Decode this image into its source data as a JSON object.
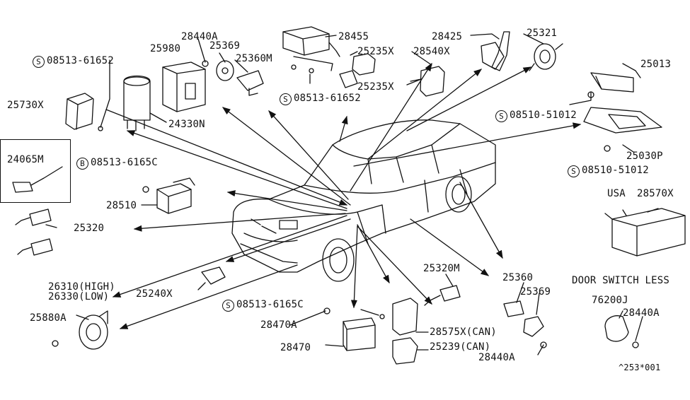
{
  "labels": [
    {
      "id": "p1",
      "text": "08513-61652",
      "prefix": "S"
    },
    {
      "id": "p2",
      "text": "25730X"
    },
    {
      "id": "p3",
      "text": "25980"
    },
    {
      "id": "p4",
      "text": "28440A"
    },
    {
      "id": "p5",
      "text": "25369"
    },
    {
      "id": "p6",
      "text": "25360M"
    },
    {
      "id": "p7",
      "text": "24330N"
    },
    {
      "id": "p8",
      "text": "28455"
    },
    {
      "id": "p9",
      "text": "25235X"
    },
    {
      "id": "p10",
      "text": "28540X"
    },
    {
      "id": "p11",
      "text": "25235X"
    },
    {
      "id": "p12",
      "text": "08513-61652",
      "prefix": "S"
    },
    {
      "id": "p13",
      "text": "28425"
    },
    {
      "id": "p14",
      "text": "25321"
    },
    {
      "id": "p15",
      "text": "25013"
    },
    {
      "id": "p16",
      "text": "08510-51012",
      "prefix": "S"
    },
    {
      "id": "p17",
      "text": "25030P"
    },
    {
      "id": "p18",
      "text": "08510-51012",
      "prefix": "S"
    },
    {
      "id": "p19",
      "text": "24065M"
    },
    {
      "id": "p20",
      "text": "08513-6165C",
      "prefix": "B"
    },
    {
      "id": "p21",
      "text": "28510"
    },
    {
      "id": "p22",
      "text": "25320"
    },
    {
      "id": "p23",
      "text": "USA"
    },
    {
      "id": "p24",
      "text": "28570X"
    },
    {
      "id": "p25",
      "text": "26310(HIGH)"
    },
    {
      "id": "p26",
      "text": "26330(LOW)"
    },
    {
      "id": "p27",
      "text": "25240X"
    },
    {
      "id": "p28",
      "text": "25880A"
    },
    {
      "id": "p29",
      "text": "08513-6165C",
      "prefix": "S"
    },
    {
      "id": "p30",
      "text": "28470A"
    },
    {
      "id": "p31",
      "text": "28470"
    },
    {
      "id": "p32",
      "text": "25320M"
    },
    {
      "id": "p33",
      "text": "28575X(CAN)"
    },
    {
      "id": "p34",
      "text": "25239(CAN)"
    },
    {
      "id": "p35",
      "text": "25360"
    },
    {
      "id": "p36",
      "text": "25369"
    },
    {
      "id": "p37",
      "text": "28440A"
    },
    {
      "id": "p38",
      "text": "DOOR SWITCH LESS"
    },
    {
      "id": "p39",
      "text": "76200J"
    },
    {
      "id": "p40",
      "text": "28440A"
    },
    {
      "id": "p41",
      "text": "^253*001"
    }
  ]
}
